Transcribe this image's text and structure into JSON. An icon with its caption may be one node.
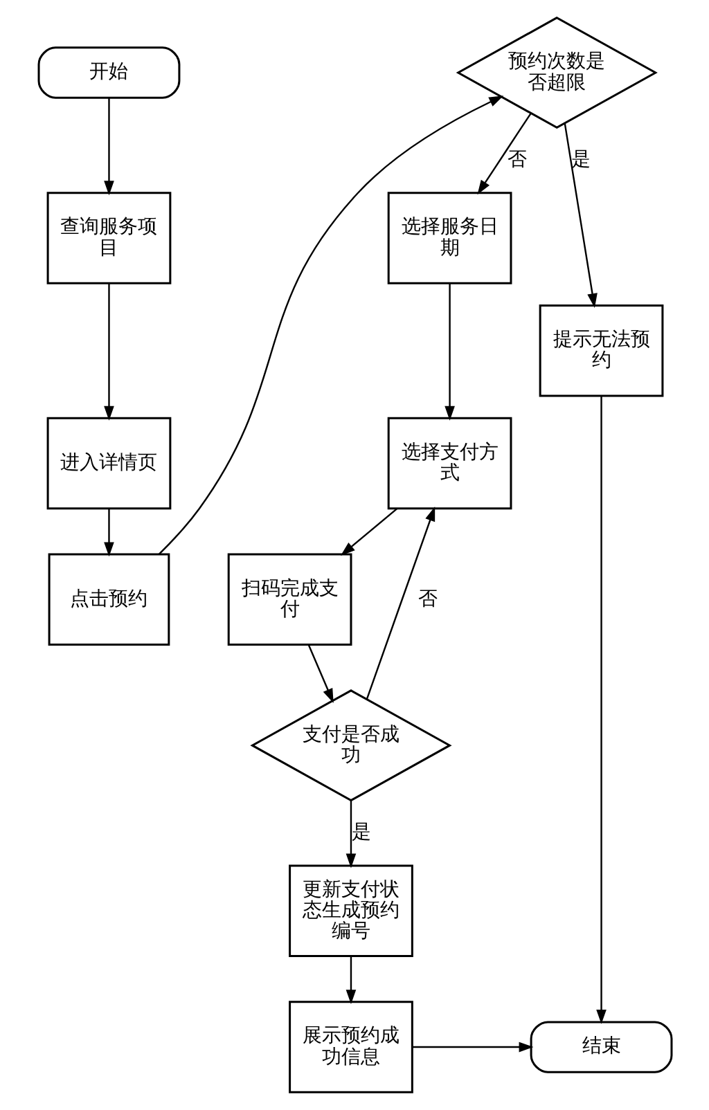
{
  "diagram": {
    "nodes": [
      {
        "text": [
          "开始"
        ]
      },
      {
        "text": [
          "查询服务项目"
        ]
      },
      {
        "text": [
          "进入详情页"
        ]
      },
      {
        "text": [
          "点击预约"
        ]
      },
      {
        "text": [
          "预约次数是否超限"
        ]
      },
      {
        "text": [
          "选择服务日期"
        ]
      },
      {
        "text": [
          "提示无法预约"
        ]
      },
      {
        "text": [
          "选择支付方式"
        ]
      },
      {
        "text": [
          "扫码完成支付"
        ]
      },
      {
        "text": [
          "支付是否成功"
        ]
      },
      {
        "text": [
          "更新支付状态生成预约编号"
        ]
      },
      {
        "text": [
          "展示预约成功信息"
        ]
      },
      {
        "text": [
          "结束"
        ]
      }
    ],
    "edges": [
      {
        "from": 0,
        "to": 1,
        "arrow": "to"
      },
      {
        "from": 1,
        "to": 2,
        "arrow": "to"
      },
      {
        "from": 2,
        "to": 3,
        "arrow": "to"
      },
      {
        "from": 3,
        "to": 4,
        "arrow": "to"
      },
      {
        "from": 4,
        "to": 5,
        "label": "否",
        "arrow": "to"
      },
      {
        "from": 4,
        "to": 6,
        "label": "是",
        "arrow": "to"
      },
      {
        "from": 5,
        "to": 7,
        "arrow": "to"
      },
      {
        "from": 7,
        "to": 8,
        "arrow": "to"
      },
      {
        "from": 8,
        "to": 9,
        "arrow": "to"
      },
      {
        "from": 9,
        "to": 7,
        "label": "否",
        "arrow": "to"
      },
      {
        "from": 9,
        "to": 10,
        "label": "是",
        "arrow": "to"
      },
      {
        "from": 10,
        "to": 11,
        "arrow": "to"
      },
      {
        "from": 11,
        "to": 12,
        "arrow": "to"
      },
      {
        "from": 6,
        "to": 12,
        "arrow": "to"
      }
    ]
  }
}
